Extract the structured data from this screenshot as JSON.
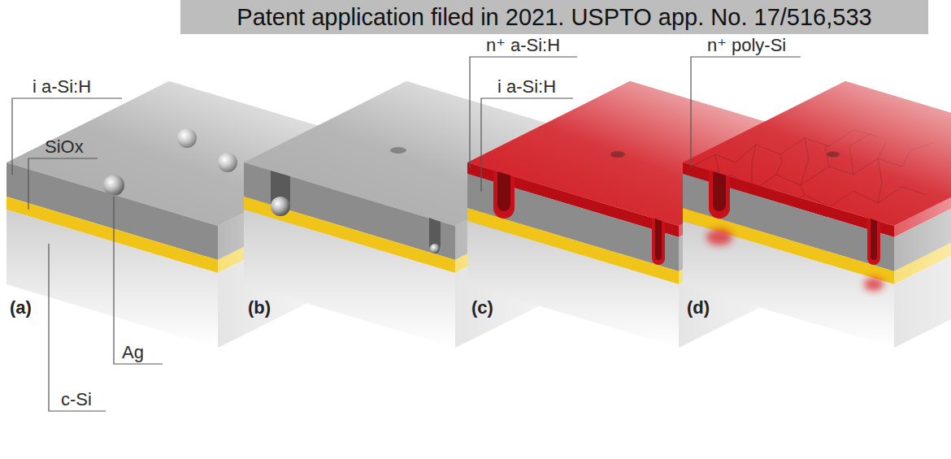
{
  "diagram": {
    "title": "Patent application filed in 2021. USPTO app. No. 17/516,533",
    "labels": [
      "i a-Si:H",
      "SiOx",
      "Ag",
      "c-Si",
      "(a)",
      "(b)",
      "n⁺ a-Si:H",
      "i a-Si:H",
      "(c)",
      "n⁺ poly-Si",
      "(d)"
    ]
  }
}
